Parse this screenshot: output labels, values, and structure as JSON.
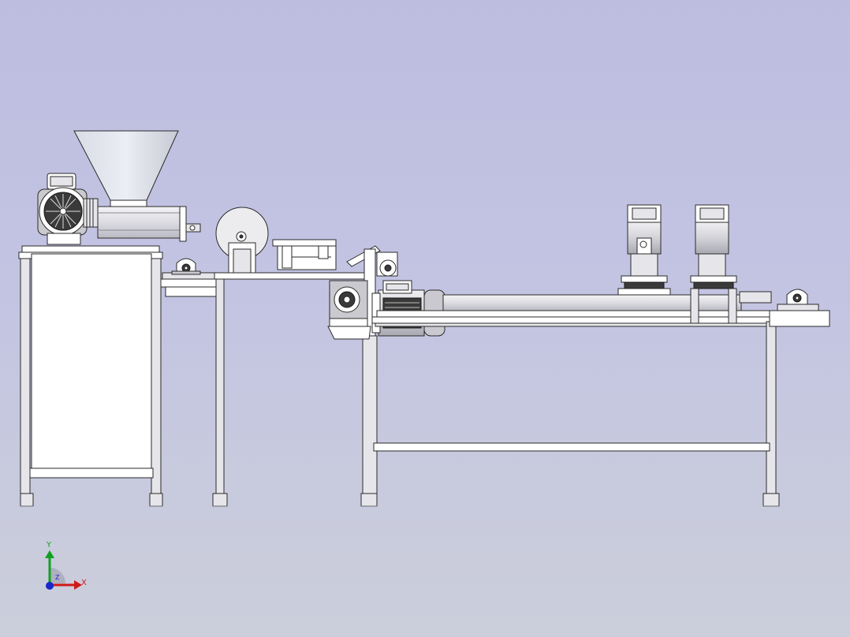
{
  "scene": {
    "kind": "CAD assembly view",
    "background_top": "#bdbde0",
    "background_bottom": "#cbcedb",
    "line_color": "#2a2a2a"
  },
  "triad": {
    "x_label": "X",
    "y_label": "Y",
    "z_label": "Z",
    "x_color": "#d01818",
    "y_color": "#10a020",
    "z_color": "#1828c8"
  }
}
